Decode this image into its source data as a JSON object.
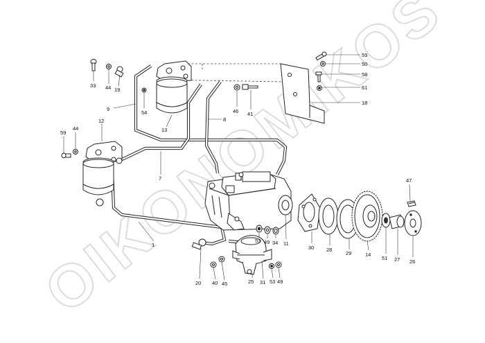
{
  "watermark": "OIKONOMIKOS",
  "callouts": [
    {
      "id": "c59a",
      "text": "59"
    },
    {
      "id": "c50",
      "text": "50"
    },
    {
      "id": "c58",
      "text": "58"
    },
    {
      "id": "c61",
      "text": "61"
    },
    {
      "id": "c18",
      "text": "18"
    },
    {
      "id": "c33",
      "text": "33"
    },
    {
      "id": "c44a",
      "text": "44"
    },
    {
      "id": "c19",
      "text": "19"
    },
    {
      "id": "c54",
      "text": "54"
    },
    {
      "id": "c13",
      "text": "13"
    },
    {
      "id": "c46",
      "text": "46"
    },
    {
      "id": "c41",
      "text": "41"
    },
    {
      "id": "c9",
      "text": "9"
    },
    {
      "id": "c8",
      "text": "8"
    },
    {
      "id": "c59b",
      "text": "59"
    },
    {
      "id": "c44b",
      "text": "44"
    },
    {
      "id": "c12",
      "text": "12"
    },
    {
      "id": "c7",
      "text": "7"
    },
    {
      "id": "c47",
      "text": "47"
    },
    {
      "id": "c1",
      "text": "1"
    },
    {
      "id": "c53a",
      "text": "53"
    },
    {
      "id": "c49a",
      "text": "49"
    },
    {
      "id": "c34",
      "text": "34"
    },
    {
      "id": "c11",
      "text": "11"
    },
    {
      "id": "c30",
      "text": "30"
    },
    {
      "id": "c28",
      "text": "28"
    },
    {
      "id": "c29",
      "text": "29"
    },
    {
      "id": "c14",
      "text": "14"
    },
    {
      "id": "c51",
      "text": "51"
    },
    {
      "id": "c27",
      "text": "27"
    },
    {
      "id": "c26",
      "text": "26"
    },
    {
      "id": "c20",
      "text": "20"
    },
    {
      "id": "c40",
      "text": "40"
    },
    {
      "id": "c45",
      "text": "45"
    },
    {
      "id": "c25",
      "text": "25"
    },
    {
      "id": "c31",
      "text": "31"
    },
    {
      "id": "c53b",
      "text": "53"
    },
    {
      "id": "c49b",
      "text": "49"
    }
  ]
}
